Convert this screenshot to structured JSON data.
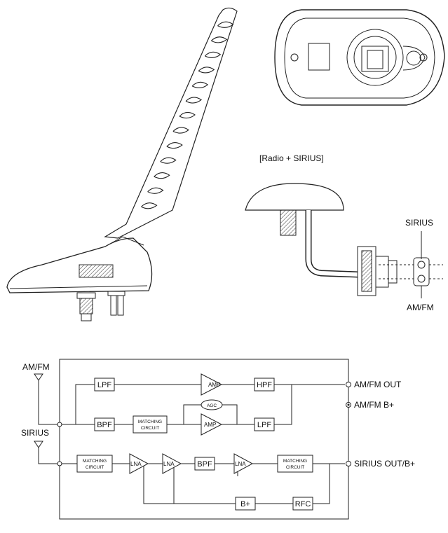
{
  "illustrations": {
    "config_caption": "[Radio + SIRIUS]",
    "connector_top_label": "SIRIUS",
    "connector_bottom_label": "AM/FM"
  },
  "schematic": {
    "inputs": {
      "amfm": "AM/FM",
      "sirius": "SIRIUS"
    },
    "outputs": {
      "amfm_out": "AM/FM OUT",
      "amfm_bplus": "AM/FM B+",
      "sirius_out": "SIRIUS OUT/B+"
    },
    "blocks": {
      "lpf_top": "LPF",
      "amp_top": "AMP",
      "hpf": "HPF",
      "agc": "AGC",
      "bpf_mid": "BPF",
      "matching_mid_1": "MATCHING",
      "matching_mid_2": "CIRCUIT",
      "amp_mid": "AMP",
      "lpf_mid": "LPF",
      "matching_low_1": "MATCHING",
      "matching_low_2": "CIRCUIT",
      "lna_1": "LNA",
      "lna_2": "LNA",
      "bpf_low": "BPF",
      "lna_3": "LNA",
      "matching_out_1": "MATCHING",
      "matching_out_2": "CIRCUIT",
      "bplus": "B+",
      "rfc": "RFC"
    }
  }
}
